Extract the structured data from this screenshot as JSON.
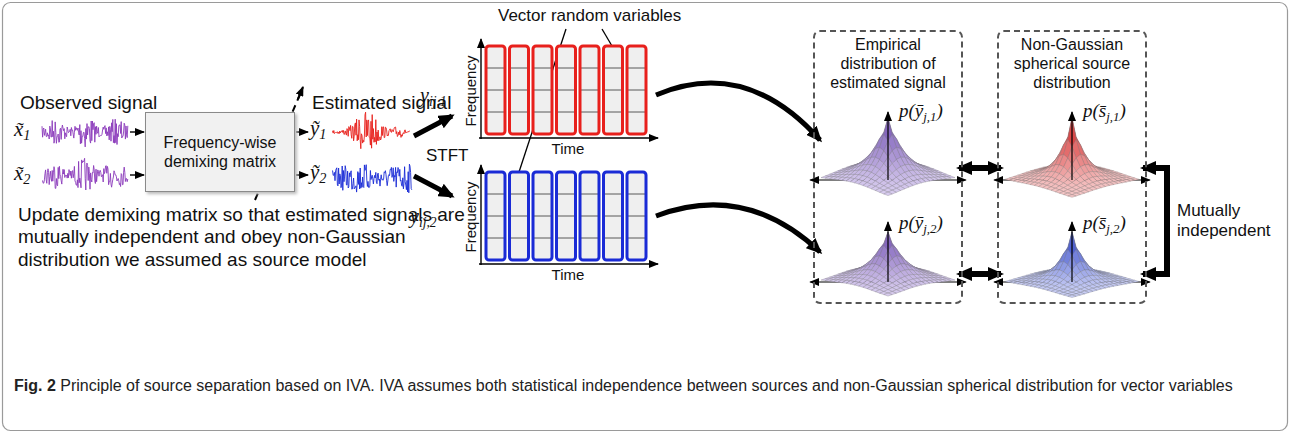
{
  "diagram": {
    "caption": "Fig. 2 Principle of source separation based on IVA. IVA assumes both statistical independence between sources and non-Gaussian spherical distribution for vector variables",
    "nodes": [
      {
        "text": [
          "Frequency-wise demixing matrix"
        ]
      },
      {
        "text": [
          "Frequency",
          "Time"
        ]
      },
      {
        "text": [
          "Frequency",
          "Time"
        ]
      },
      {
        "text": [
          "Empirical distribution of estimated signal"
        ]
      },
      {
        "text": [
          "p(ȳj,1)"
        ],
        "in": 3
      },
      {
        "text": [
          "p(ȳj,2)"
        ],
        "in": 3
      },
      {
        "text": [
          "Non-Gaussian spherical source distribution"
        ]
      },
      {
        "text": [
          "p(s̄j,1)"
        ],
        "in": 6
      },
      {
        "text": [
          "p(s̄j,2)"
        ],
        "in": 6
      }
    ],
    "edges": [
      {
        "from": 1,
        "to": 4,
        "arrow": "to"
      },
      {
        "from": 2,
        "to": 5,
        "arrow": "to"
      },
      {
        "from": 4,
        "to": 7,
        "arrow": "both"
      },
      {
        "from": 5,
        "to": 8,
        "arrow": "both"
      },
      {
        "from": 7,
        "to": 8,
        "label": "Mutually independent",
        "arrow": "both"
      }
    ],
    "labels": [
      "Observed signal",
      "x̃1",
      "x̃2",
      "Estimated signal",
      "ỹ1",
      "ỹ2",
      "STFT",
      "yij,1",
      "yij,2",
      "Vector random variables",
      "Update demixing matrix so that estimated signals are mutually independent and obey non-Gaussian distribution we assumed as source model"
    ]
  }
}
